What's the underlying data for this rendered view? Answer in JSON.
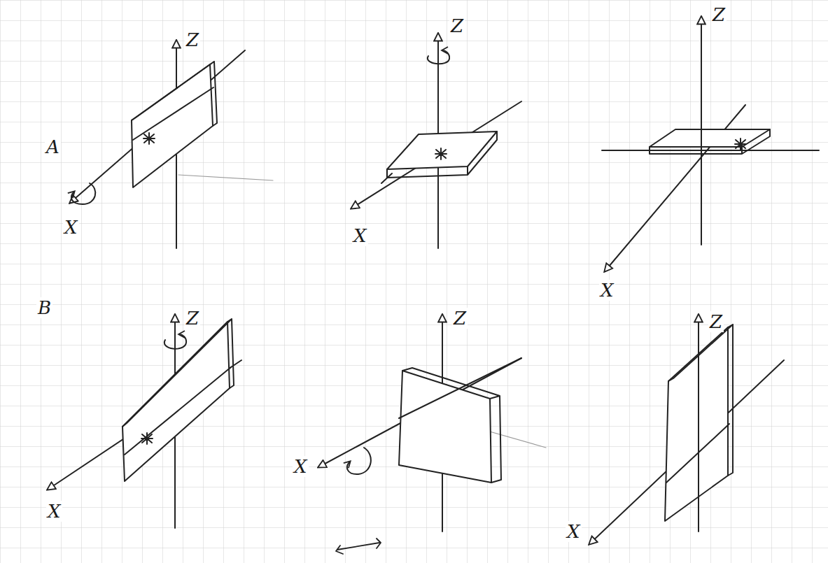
{
  "diagram": {
    "labels": [
      "A",
      "Z",
      "X",
      "Z",
      "X",
      "Z",
      "X",
      "B",
      "Z",
      "X",
      "Z",
      "X",
      "Z",
      "X"
    ]
  }
}
